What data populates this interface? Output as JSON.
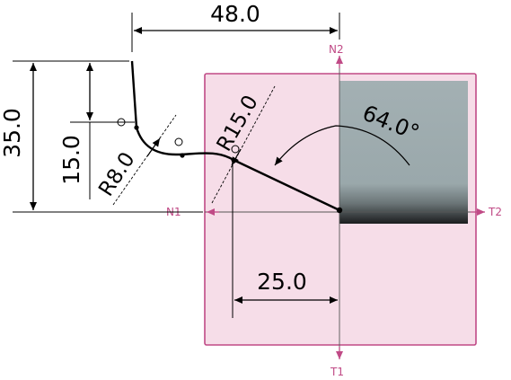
{
  "dimensions": {
    "horizontal_top": "48.0",
    "vertical_outer": "35.0",
    "vertical_inner": "15.0",
    "radius_small": "R8.0",
    "radius_large": "R15.0",
    "angle": "64.0°",
    "horizontal_bottom": "25.0"
  },
  "axes": {
    "n1": "N1",
    "n2": "N2",
    "t1": "T1",
    "t2": "T2"
  },
  "colors": {
    "sketch_plane_fill": "#f6dde8",
    "sketch_plane_border": "#c04a86",
    "axis_label": "#c04a86",
    "solid_face": "#9aa8ab",
    "profile_line": "#000000",
    "construction_line": "#000000"
  }
}
